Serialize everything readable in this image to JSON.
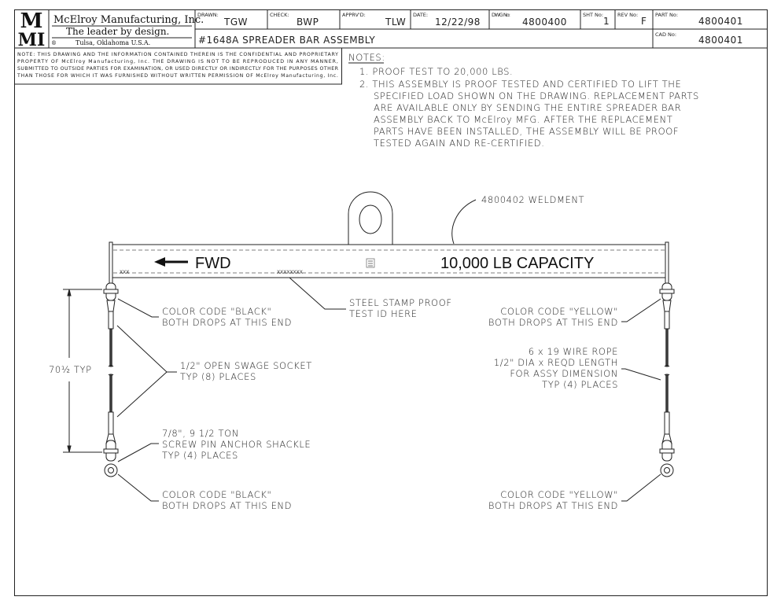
{
  "title_block": {
    "company": "McElroy Manufacturing, Inc.",
    "slogan": "The leader by design.",
    "location": "Tulsa, Oklahoma U.S.A.",
    "registered_mark": "®",
    "logo_text": "MMI",
    "drawn_label": "DRAWN:",
    "drawn": "TGW",
    "check_label": "CHECK:",
    "check": "BWP",
    "apprvd_label": "APPRV'D:",
    "apprvd": "TLW",
    "date_label": "DATE:",
    "date": "12/22/98",
    "dwg_label": "DWG No:",
    "dwg": "4800400",
    "sht_label": "SHT No:",
    "sht": "1",
    "rev_label": "REV No:",
    "rev": "F",
    "part_label": "PART No:",
    "part": "4800401",
    "cad_label": "CAD No:",
    "cad": "4800401",
    "drawing_title": "#1648A SPREADER BAR ASSEMBLY"
  },
  "confidential_note": [
    "NOTE: THIS DRAWING AND THE INFORMATION CONTAINED THEREIN IS THE CONFIDENTIAL AND PROPRIETARY",
    "PROPERTY OF McElroy Manufacturing, Inc. THE DRAWING IS NOT TO BE REPRODUCED IN ANY MANNER,",
    "SUBMITTED TO OUTSIDE PARTIES FOR EXAMINATION, OR USED DIRECTLY OR INDIRECTLY FOR THE PURPOSES OTHER",
    "THAN THOSE FOR WHICH IT WAS FURNISHED WITHOUT WRITTEN PERMISSION OF McElroy Manufacturing, Inc."
  ],
  "notes": {
    "heading": "NOTES:",
    "lines": [
      "1. PROOF TEST TO 20,000 LBS.",
      "2. THIS ASSEMBLY IS PROOF TESTED AND CERTIFIED TO LIFT THE",
      "SPECIFIED LOAD SHOWN ON THE DRAWING. REPLACEMENT PARTS",
      "ARE AVAILABLE ONLY BY SENDING THE ENTIRE SPREADER BAR",
      "ASSEMBLY BACK TO McElroy MFG.  AFTER THE REPLACEMENT",
      "PARTS HAVE BEEN INSTALLED, THE ASSEMBLY WILL BE PROOF",
      "TESTED AGAIN AND RE-CERTIFIED."
    ]
  },
  "drawing": {
    "weldment": "4800402 WELDMENT",
    "fwd": "FWD",
    "capacity": "10,000 LB CAPACITY",
    "xxx": "XXX",
    "xxxxxxxx": "XXXXXXXX",
    "steel_stamp": [
      "STEEL STAMP PROOF",
      "TEST ID HERE"
    ],
    "black_top": [
      "COLOR CODE \"BLACK\"",
      "BOTH DROPS AT THIS END"
    ],
    "yellow_top": [
      "COLOR CODE \"YELLOW\"",
      "BOTH DROPS AT THIS END"
    ],
    "swage": [
      "1/2\" OPEN SWAGE SOCKET",
      "TYP (8) PLACES"
    ],
    "wire_rope": [
      "6 x 19 WIRE ROPE",
      "1/2\" DIA x REQD LENGTH",
      "FOR ASSY DIMENSION",
      "TYP (4) PLACES"
    ],
    "shackle": [
      "7/8\", 9 1/2 TON",
      "SCREW PIN ANCHOR SHACKLE",
      "TYP (4) PLACES"
    ],
    "black_bottom": [
      "COLOR CODE \"BLACK\"",
      "BOTH DROPS AT THIS END"
    ],
    "yellow_bottom": [
      "COLOR CODE \"YELLOW\"",
      "BOTH DROPS AT THIS END"
    ],
    "dimension": "70½ TYP"
  }
}
